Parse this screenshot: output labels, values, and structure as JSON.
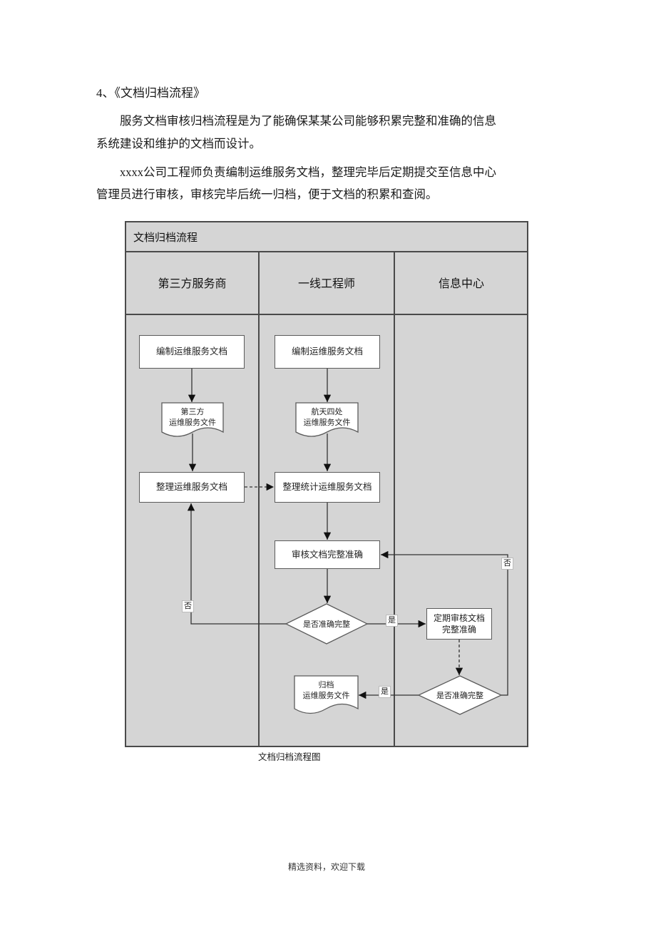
{
  "document": {
    "heading": "4、《文档归档流程》",
    "para1_line1": "服务文档审核归档流程是为了能确保某某公司能够积累完整和准确的信息",
    "para1_line2": "系统建设和维护的文档而设计。",
    "para2_line1": "xxxx公司工程师负责编制运维服务文档，整理完毕后定期提交至信息中心",
    "para2_line2": "管理员进行审核，审核完毕后统一归档，便于文档的积累和查阅。",
    "caption": "文档归档流程图",
    "footer": "精选资料，欢迎下载"
  },
  "flowchart": {
    "title": "文档归档流程",
    "lanes": [
      "第三方服务商",
      "一线工程师",
      "信息中心"
    ],
    "nodes": {
      "l1_create": "编制运维服务文档",
      "l1_doc": [
        "第三方",
        "运维服务文件"
      ],
      "l1_organize": "整理运维服务文档",
      "l2_create": "编制运维服务文档",
      "l2_doc": [
        "航天四处",
        "运维服务文件"
      ],
      "l2_organize": "整理统计运维服务文档",
      "l2_review": "审核文档完整准确",
      "l2_decision": "是否准确完整",
      "l3_review": [
        "定期审核文档",
        "完整准确"
      ],
      "l3_decision": "是否准确完整",
      "l2_archive_doc": [
        "归档",
        "运维服务文件"
      ]
    },
    "labels": {
      "yes": "是",
      "no": "否"
    }
  },
  "colors": {
    "chart_background": "#d5d5d5",
    "chart_border": "#4a4a4a",
    "node_border": "#5a5a5a",
    "node_fill": "#ffffff",
    "connector": "#333333",
    "text": "#1a1a1a"
  }
}
